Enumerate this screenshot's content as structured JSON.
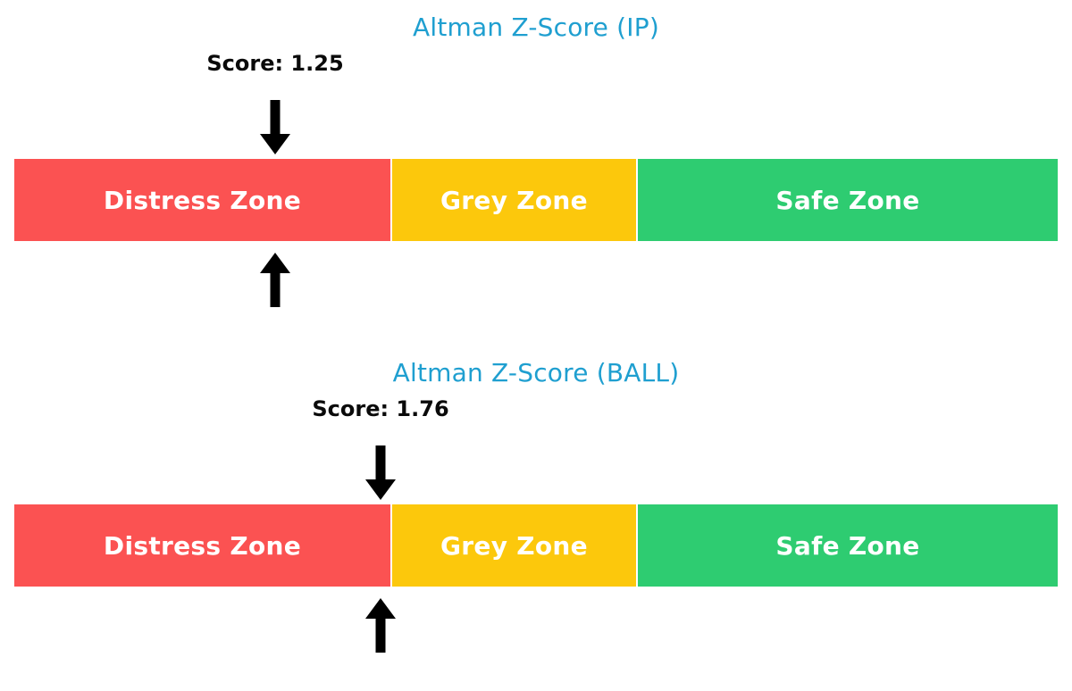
{
  "charts": [
    {
      "title": "Altman Z-Score (IP)",
      "score_label": "Score: 1.25",
      "score_value": 1.25,
      "zones": [
        {
          "label": "Distress Zone",
          "color": "#FB5252"
        },
        {
          "label": "Grey Zone",
          "color": "#FCC80C"
        },
        {
          "label": "Safe Zone",
          "color": "#2ECC71"
        }
      ],
      "pointer_down_icon": "arrow-down-icon",
      "pointer_up_icon": "arrow-up-icon"
    },
    {
      "title": "Altman Z-Score (BALL)",
      "score_label": "Score: 1.76",
      "score_value": 1.76,
      "zones": [
        {
          "label": "Distress Zone",
          "color": "#FB5252"
        },
        {
          "label": "Grey Zone",
          "color": "#FCC80C"
        },
        {
          "label": "Safe Zone",
          "color": "#2ECC71"
        }
      ],
      "pointer_down_icon": "arrow-down-icon",
      "pointer_up_icon": "arrow-up-icon"
    }
  ],
  "palette": {
    "title_color": "#1f9fd0",
    "score_color": "#0a0a0a",
    "distress": "#FB5252",
    "grey": "#FCC80C",
    "safe": "#2ECC71",
    "background": "#ffffff",
    "arrow": "#000000"
  },
  "chart_data": {
    "type": "bar",
    "title": "Altman Z-Score gauges",
    "orientation": "horizontal",
    "grid": false,
    "legend": null,
    "xlabel": "Altman Z-Score",
    "ylabel": "",
    "xlim": [
      0,
      4.0
    ],
    "categories": [
      "Distress Zone",
      "Grey Zone",
      "Safe Zone"
    ],
    "zone_ranges": [
      [
        0,
        1.81
      ],
      [
        1.81,
        2.99
      ],
      [
        2.99,
        4.0
      ]
    ],
    "zone_colors": [
      "#FB5252",
      "#FCC80C",
      "#2ECC71"
    ],
    "series": [
      {
        "name": "Altman Z-Score (IP)",
        "marker_label": "Score: 1.25",
        "values": [
          1.25
        ]
      },
      {
        "name": "Altman Z-Score (BALL)",
        "marker_label": "Score: 1.76",
        "values": [
          1.76
        ]
      }
    ]
  }
}
